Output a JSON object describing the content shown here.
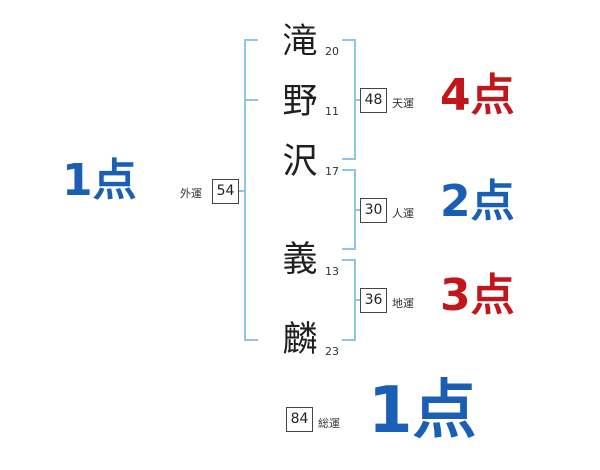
{
  "colors": {
    "bracket": "#8fc6e6",
    "blue": "#1a5fb4",
    "red": "#c0161c"
  },
  "name_characters": [
    {
      "char": "滝",
      "strokes": "20"
    },
    {
      "char": "野",
      "strokes": "11"
    },
    {
      "char": "沢",
      "strokes": "17"
    },
    {
      "char": "義",
      "strokes": "13"
    },
    {
      "char": "麟",
      "strokes": "23"
    }
  ],
  "fortunes": {
    "gaiun": {
      "label": "外運",
      "value": "54",
      "score": "1点",
      "color": "#1a5fb4"
    },
    "tenun": {
      "label": "天運",
      "value": "48",
      "score": "4点",
      "color": "#c0161c"
    },
    "jinun": {
      "label": "人運",
      "value": "30",
      "score": "2点",
      "color": "#1a5fb4"
    },
    "chiun": {
      "label": "地運",
      "value": "36",
      "score": "3点",
      "color": "#c0161c"
    },
    "souun": {
      "label": "総運",
      "value": "84",
      "score": "1点",
      "color": "#1a5fb4"
    }
  }
}
